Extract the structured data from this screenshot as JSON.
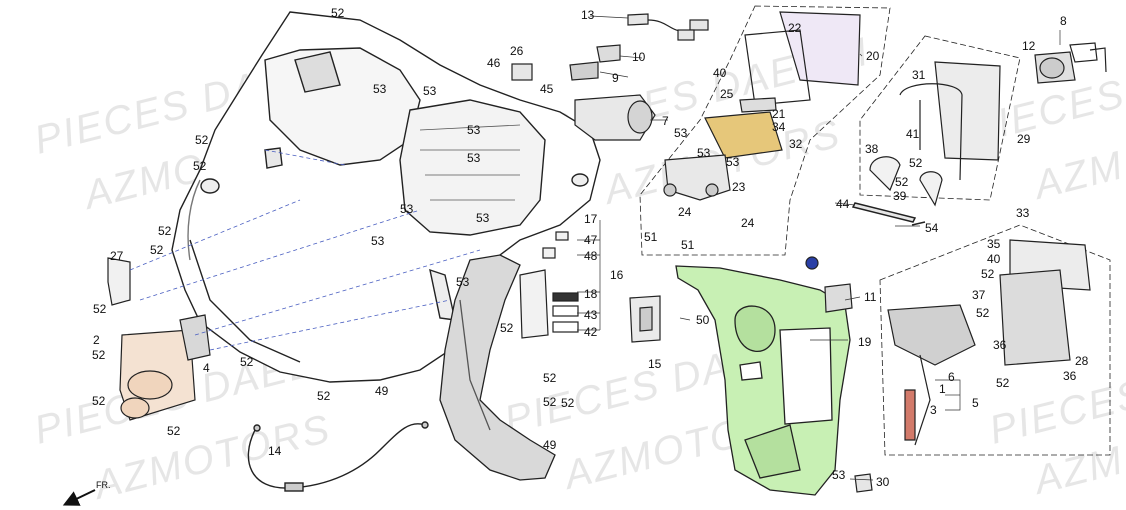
{
  "watermark": {
    "line1": "PIECES DAELIM",
    "line2": "AZMOTORS",
    "line3": "PIECES",
    "line4": "AZM"
  },
  "direction_label": "FR.",
  "callouts": {
    "c1": "52",
    "c2": "53",
    "c3": "53",
    "c4": "52",
    "c5": "52",
    "c6": "53",
    "c7": "53",
    "c8": "53",
    "c9": "53",
    "c10": "53",
    "c11": "53",
    "c12": "52",
    "c13": "52",
    "c14": "27",
    "c15": "52",
    "c16": "2",
    "c17": "52",
    "c18": "4",
    "c19": "52",
    "c20": "52",
    "c21": "52",
    "c22": "49",
    "c23": "14",
    "c24": "52",
    "c25": "52",
    "c26": "49",
    "c27": "13",
    "c28": "26",
    "c29": "46",
    "c30": "45",
    "c31": "10",
    "c32": "9",
    "c33": "7",
    "c34": "17",
    "c35": "47",
    "c36": "48",
    "c37": "16",
    "c38": "18",
    "c39": "43",
    "c40": "42",
    "c41": "52",
    "c42": "52",
    "c43": "50",
    "c44": "15",
    "c45": "22",
    "c46": "20",
    "c47": "40",
    "c48": "25",
    "c49": "21",
    "c50": "34",
    "c51": "53",
    "c52": "32",
    "c53": "53",
    "c54": "53",
    "c55": "23",
    "c56": "24",
    "c57": "24",
    "c58": "51",
    "c59": "51",
    "c60": "11",
    "c61": "19",
    "c62": "53",
    "c63": "30",
    "c64": "8",
    "c65": "12",
    "c66": "31",
    "c67": "41",
    "c68": "29",
    "c69": "38",
    "c70": "52",
    "c71": "52",
    "c72": "39",
    "c73": "44",
    "c74": "54",
    "c75": "33",
    "c76": "35",
    "c77": "40",
    "c78": "52",
    "c79": "37",
    "c80": "52",
    "c81": "36",
    "c82": "52",
    "c83": "36",
    "c84": "28",
    "c85": "6",
    "c86": "1",
    "c87": "3",
    "c88": "5",
    "c89": "52"
  }
}
